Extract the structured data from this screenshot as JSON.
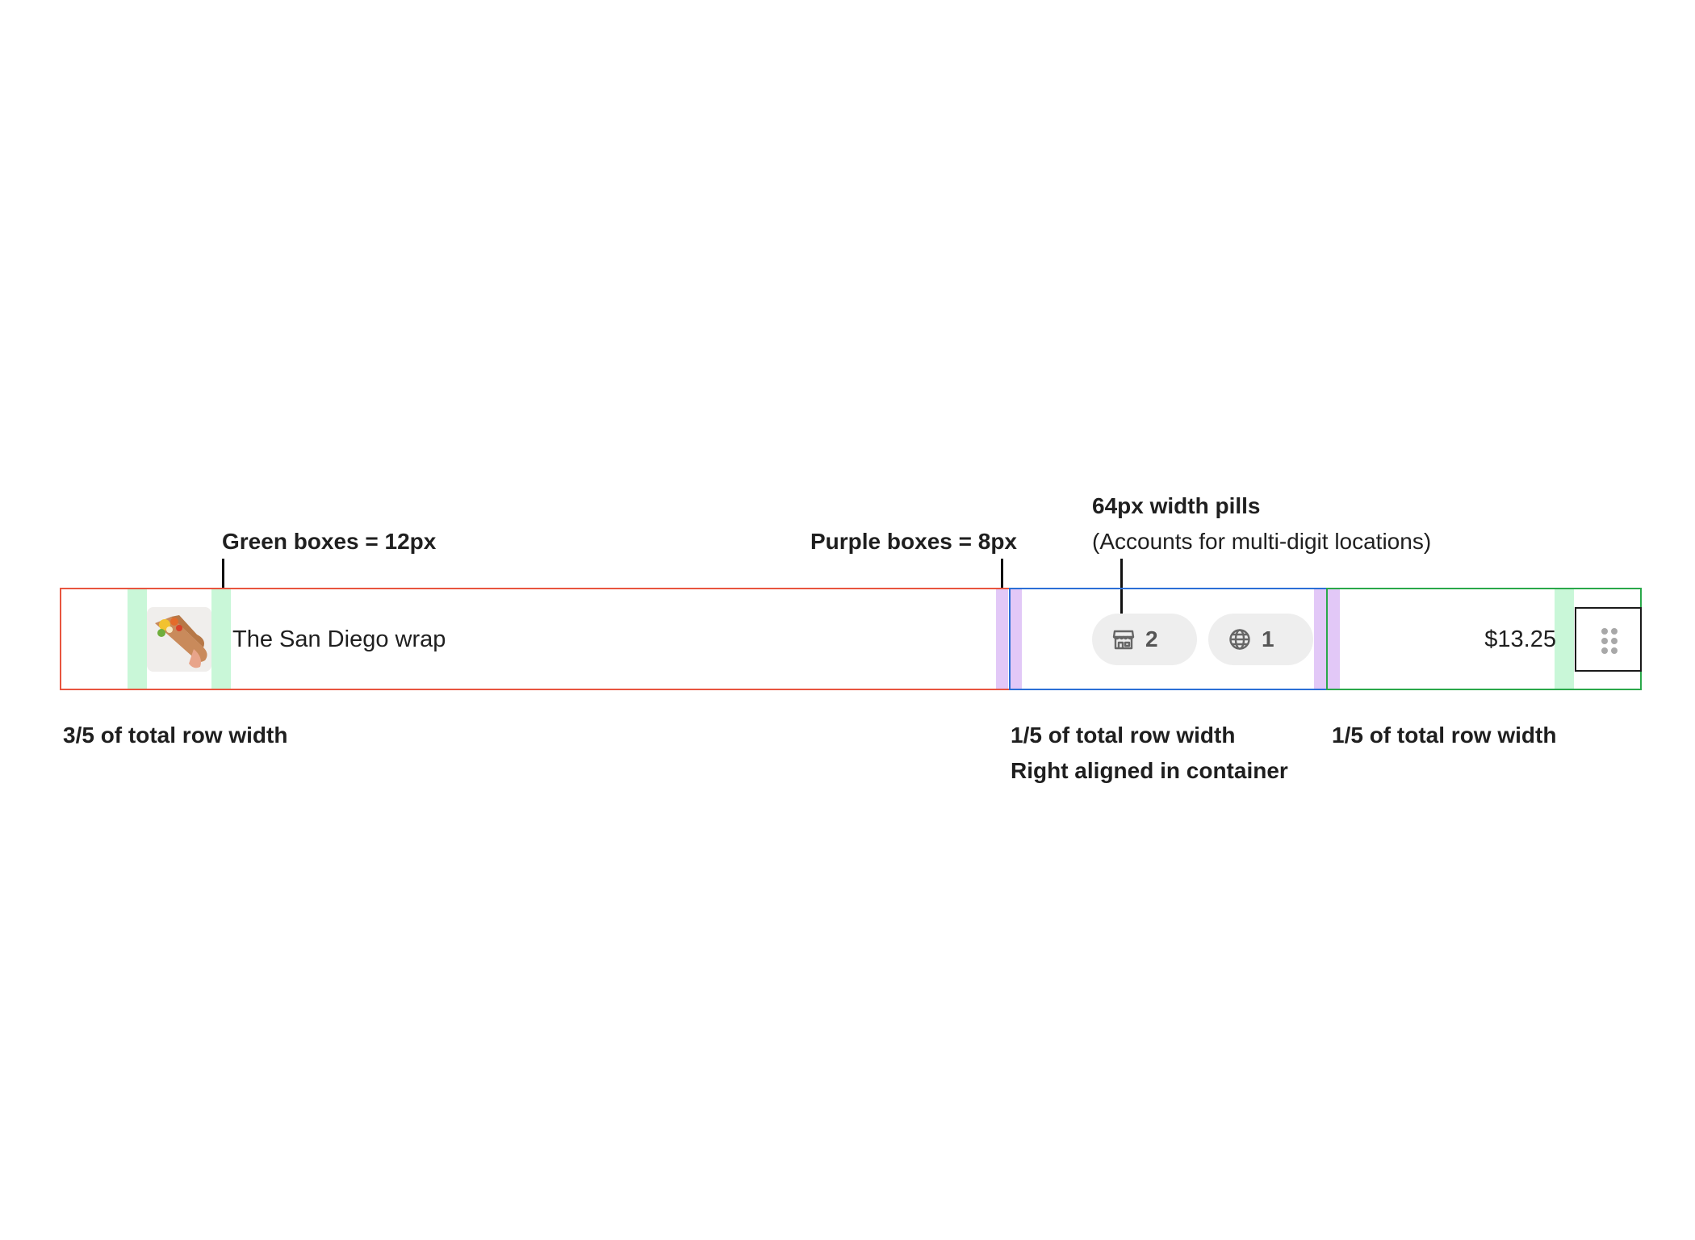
{
  "annotations": {
    "green_boxes": "Green boxes = 12px",
    "purple_boxes": "Purple boxes = 8px",
    "pills_title": "64px width pills",
    "pills_note": "(Accounts for multi-digit locations)",
    "col1_caption": "3/5 of total row width",
    "col2_caption_line1": "1/5 of total row width",
    "col2_caption_line2": "Right aligned in container",
    "col3_caption": "1/5 of total row width"
  },
  "row": {
    "item_name": "The San Diego wrap",
    "store_count": "2",
    "online_count": "1",
    "price": "$13.25"
  },
  "colors": {
    "col1_border": "#e8553f",
    "col2_border": "#2b6fd6",
    "col3_border": "#2aa84a",
    "green_padding": "#c9f7d8",
    "purple_padding": "#e2c8f7",
    "pill_bg": "#eeeeee"
  },
  "icons": {
    "thumbnail": "wrap-food-photo",
    "store_pill": "storefront-icon",
    "online_pill": "globe-icon",
    "handle": "drag-handle-icon"
  }
}
